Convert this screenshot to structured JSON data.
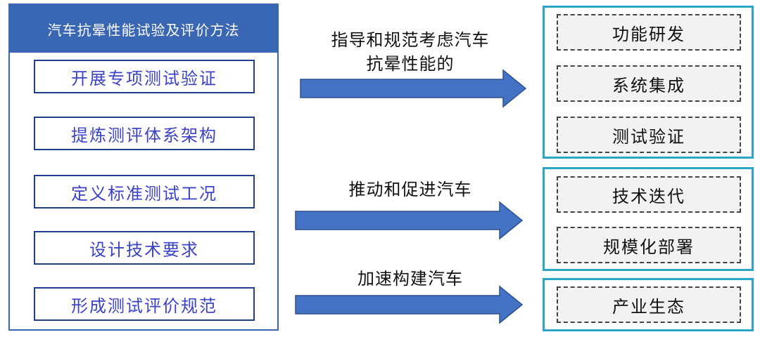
{
  "title": "汽车抗晕性能试验及评价方法",
  "steps": [
    "开展专项测试验证",
    "提炼测评体系架构",
    "定义标准测试工况",
    "设计技术要求",
    "形成测试评价规范"
  ],
  "arrows": [
    {
      "line1": "指导和规范考虑汽车",
      "line2": "抗晕性能的"
    },
    {
      "label": "推动和促进汽车"
    },
    {
      "label": "加速构建汽车"
    }
  ],
  "groups": [
    {
      "items": [
        "功能研发",
        "系统集成",
        "测试验证"
      ]
    },
    {
      "items": [
        "技术迭代",
        "规模化部署"
      ]
    },
    {
      "items": [
        "产业生态"
      ]
    }
  ],
  "colors": {
    "header_bg": "#3a67b4",
    "step_text": "#3b43c9",
    "arrow_fill": "#4472c4",
    "group_border": "#2aa6c8"
  }
}
